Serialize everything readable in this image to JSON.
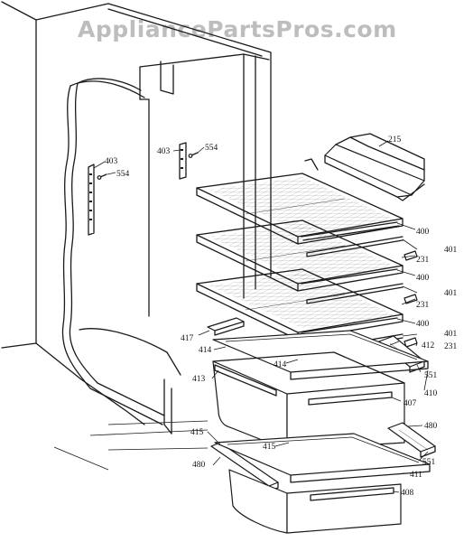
{
  "watermark": "AppliancePartsPros.com",
  "labels": {
    "p403a": "403",
    "p554a": "554",
    "p403b": "403",
    "p554b": "554",
    "p215": "215",
    "p400a": "400",
    "p401a": "401",
    "p231a": "231",
    "p400b": "400",
    "p401b": "401",
    "p231b": "231",
    "p400c": "400",
    "p401c": "401",
    "p417": "417",
    "p412": "412",
    "p231c": "231",
    "p414a": "414",
    "p414b": "414",
    "p551a": "551",
    "p413": "413",
    "p410": "410",
    "p407": "407",
    "p480a": "480",
    "p415a": "415",
    "p415b": "415",
    "p551b": "551",
    "p480b": "480",
    "p411": "411",
    "p408": "408"
  }
}
